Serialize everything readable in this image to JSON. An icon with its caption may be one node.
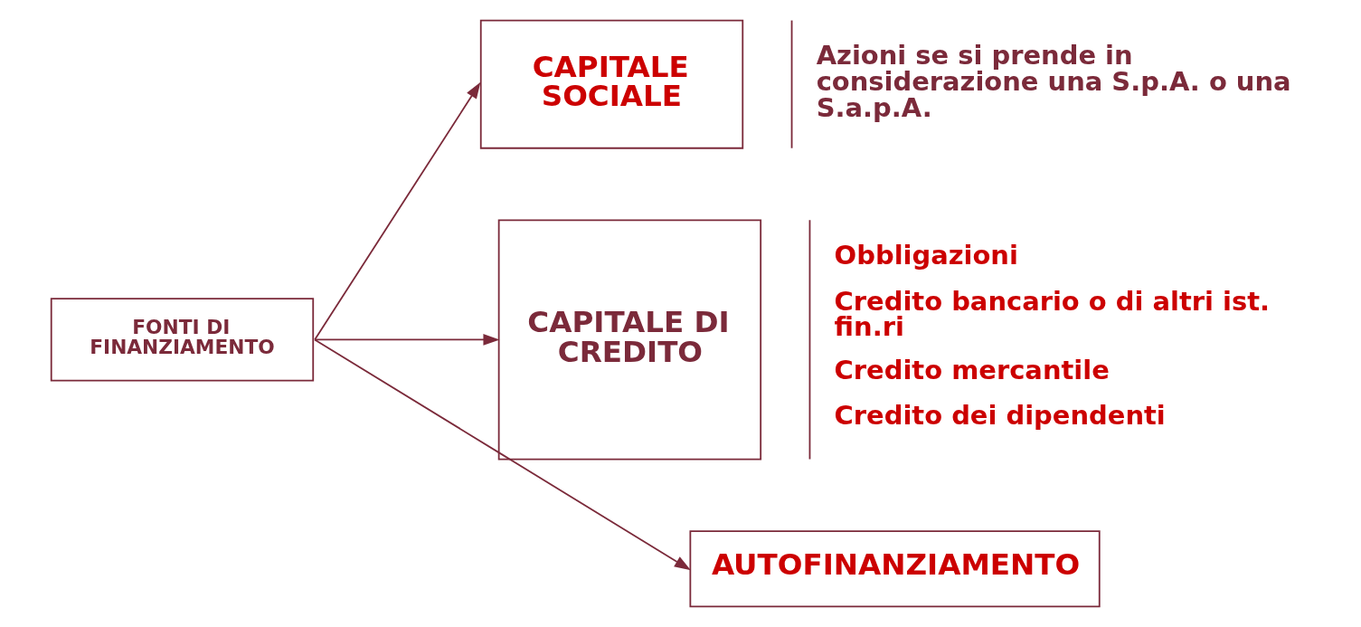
{
  "diagram": {
    "nodes": [
      {
        "text": [
          "FONTI DI FINANZIAMENTO"
        ]
      },
      {
        "text": [
          "CAPITALE SOCIALE"
        ],
        "beside": [
          "Azioni se si prende in considerazione una S.p.A. o una S.a.p.A."
        ]
      },
      {
        "text": [
          "CAPITALE DI CREDITO"
        ],
        "beside": [
          "Obbligazioni",
          "Credito bancario o di altri ist. fin.ri",
          "Credito mercantile",
          "Credito dei dipendenti"
        ]
      },
      {
        "text": [
          "AUTOFINANZIAMENTO"
        ]
      }
    ],
    "edges": [
      {
        "from": 0,
        "to": 1,
        "arrow": "to"
      },
      {
        "from": 0,
        "to": 2,
        "arrow": "to"
      },
      {
        "from": 0,
        "to": 3,
        "arrow": "to"
      }
    ]
  }
}
